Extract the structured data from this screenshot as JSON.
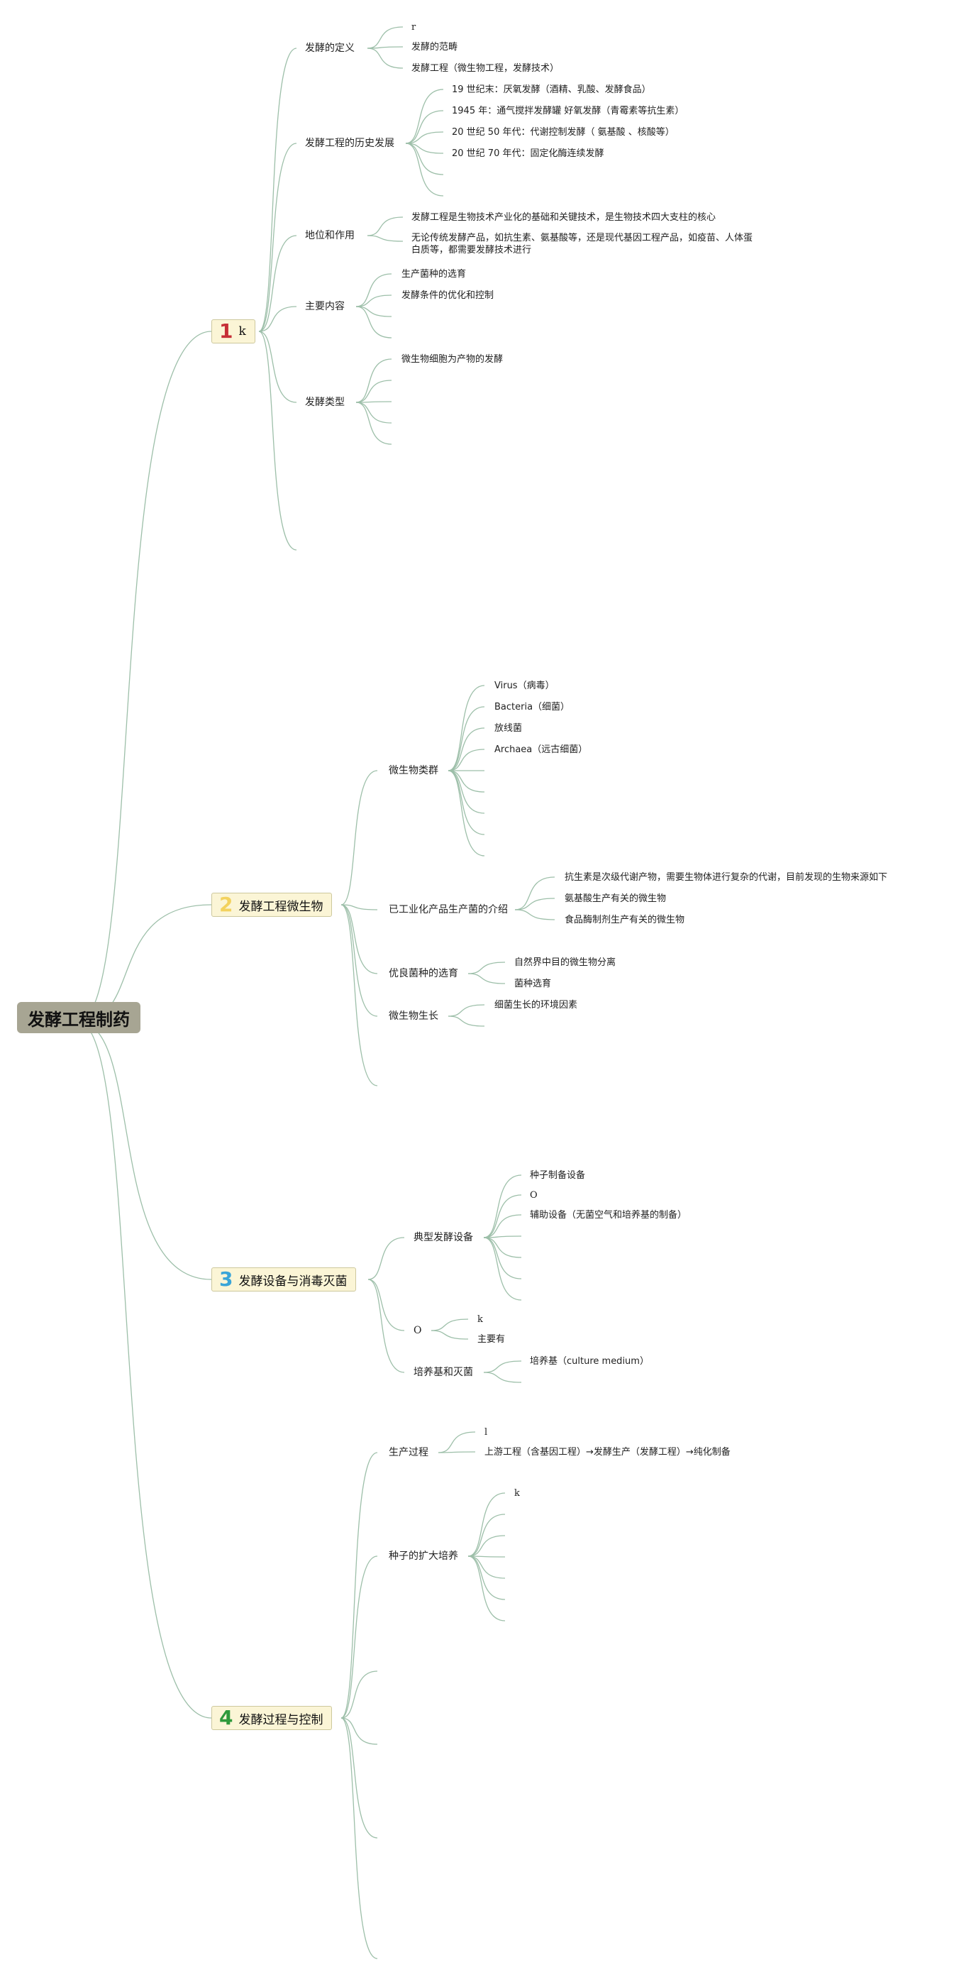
{
  "root": "发酵工程制药",
  "topics": {
    "t1": {
      "num": "1",
      "label": "k"
    },
    "t2": {
      "num": "2",
      "label": "发酵工程微生物"
    },
    "t3": {
      "num": "3",
      "label": "发酵设备与消毒灭菌"
    },
    "t4": {
      "num": "4",
      "label": "发酵过程与控制"
    }
  },
  "t1": {
    "definition": {
      "label": "发酵的定义",
      "leaves": [
        "r",
        "发酵的范畴",
        "发酵工程（微生物工程，发酵技术）"
      ]
    },
    "history": {
      "label": "发酵工程的历史发展",
      "leaves": [
        "19 世纪末：厌氧发酵（酒精、乳酸、发酵食品）",
        "1945 年：通气搅拌发酵罐 好氧发酵（青霉素等抗生素）",
        "20 世纪 50 年代：代谢控制发酵（ 氨基酸 、核酸等）",
        "20 世纪 70 年代：固定化酶连续发酵"
      ]
    },
    "role": {
      "label": "地位和作用",
      "leaves": [
        "发酵工程是生物技术产业化的基础和关键技术，是生物技术四大支柱的核心",
        "无论传统发酵产品，如抗生素、氨基酸等，还是现代基因工程产品，如疫苗、人体蛋白质等，都需要发酵技术进行"
      ]
    },
    "content": {
      "label": "主要内容",
      "leaves": [
        "生产菌种的选育",
        "发酵条件的优化和控制"
      ]
    },
    "types": {
      "label": "发酵类型",
      "leaves": [
        "微生物细胞为产物的发酵"
      ]
    }
  },
  "t2": {
    "groups": {
      "label": "微生物类群",
      "leaves": [
        "Virus（病毒）",
        "Bacteria（细菌）",
        "放线菌",
        "Archaea（远古细菌）"
      ]
    },
    "industrial": {
      "label": "已工业化产品生产菌的介绍",
      "leaves": [
        "抗生素是次级代谢产物，需要生物体进行复杂的代谢，目前发现的生物来源如下",
        "氨基酸生产有关的微生物",
        "食品酶制剂生产有关的微生物"
      ]
    },
    "breeding": {
      "label": "优良菌种的选育",
      "leaves": [
        "自然界中目的微生物分离",
        "菌种选育"
      ]
    },
    "growth": {
      "label": "微生物生长",
      "leaves": [
        "细菌生长的环境因素"
      ]
    }
  },
  "t3": {
    "equipment": {
      "label": "典型发酵设备",
      "leaves": [
        "种子制备设备",
        "O",
        "辅助设备（无菌空气和培养基的制备）"
      ]
    },
    "o": {
      "label": "O",
      "leaves": [
        "k",
        "主要有"
      ]
    },
    "medium": {
      "label": "培养基和灭菌",
      "leaves": [
        "培养基（culture medium）"
      ]
    }
  },
  "t4": {
    "process": {
      "label": "生产过程",
      "leaves": [
        "l",
        "上游工程（含基因工程）→发酵生产（发酵工程）→纯化制备"
      ]
    },
    "seed": {
      "label": "种子的扩大培养",
      "leaves": [
        "k"
      ]
    }
  }
}
